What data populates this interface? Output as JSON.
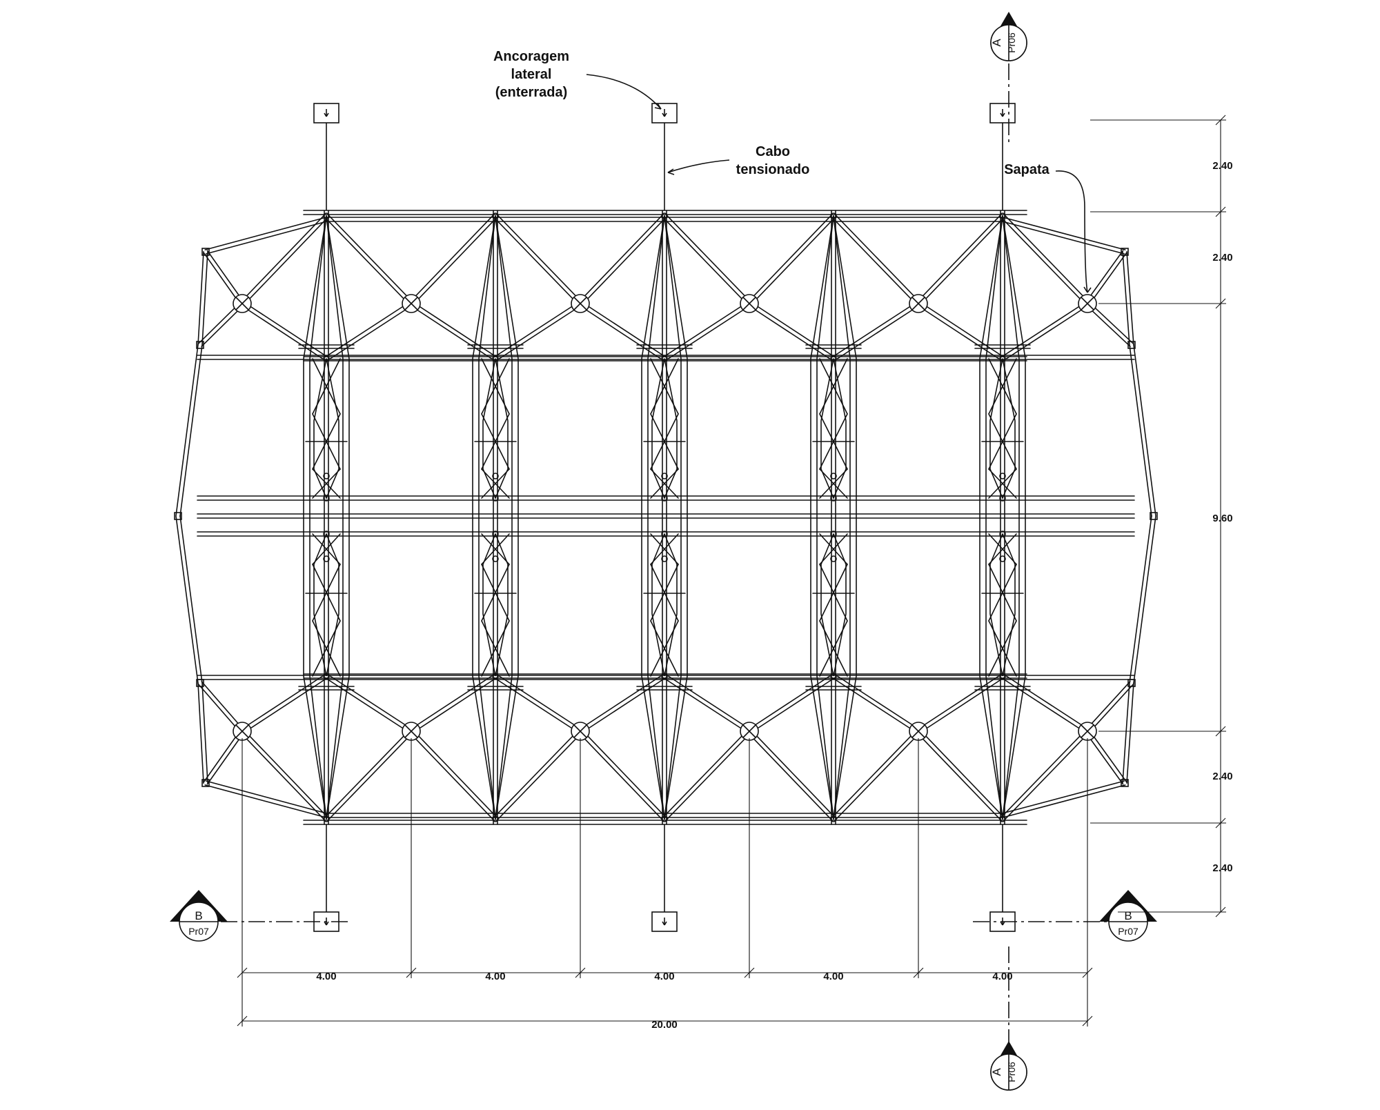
{
  "annotations": {
    "anchor_line1": "Ancoragem",
    "anchor_line2": "lateral",
    "anchor_line3": "(enterrada)",
    "cable_line1": "Cabo",
    "cable_line2": "tensionado",
    "footing": "Sapata"
  },
  "dimensions": {
    "bays": [
      "4.00",
      "4.00",
      "4.00",
      "4.00",
      "4.00"
    ],
    "total": "20.00",
    "vertical": [
      "2.40",
      "2.40",
      "9.60",
      "2.40",
      "2.40"
    ]
  },
  "section_markers": {
    "a_letter": "A",
    "a_sheet": "Pr06",
    "b_letter": "B",
    "b_sheet": "Pr07"
  },
  "colors": {
    "line": "#111111",
    "background": "#ffffff"
  }
}
